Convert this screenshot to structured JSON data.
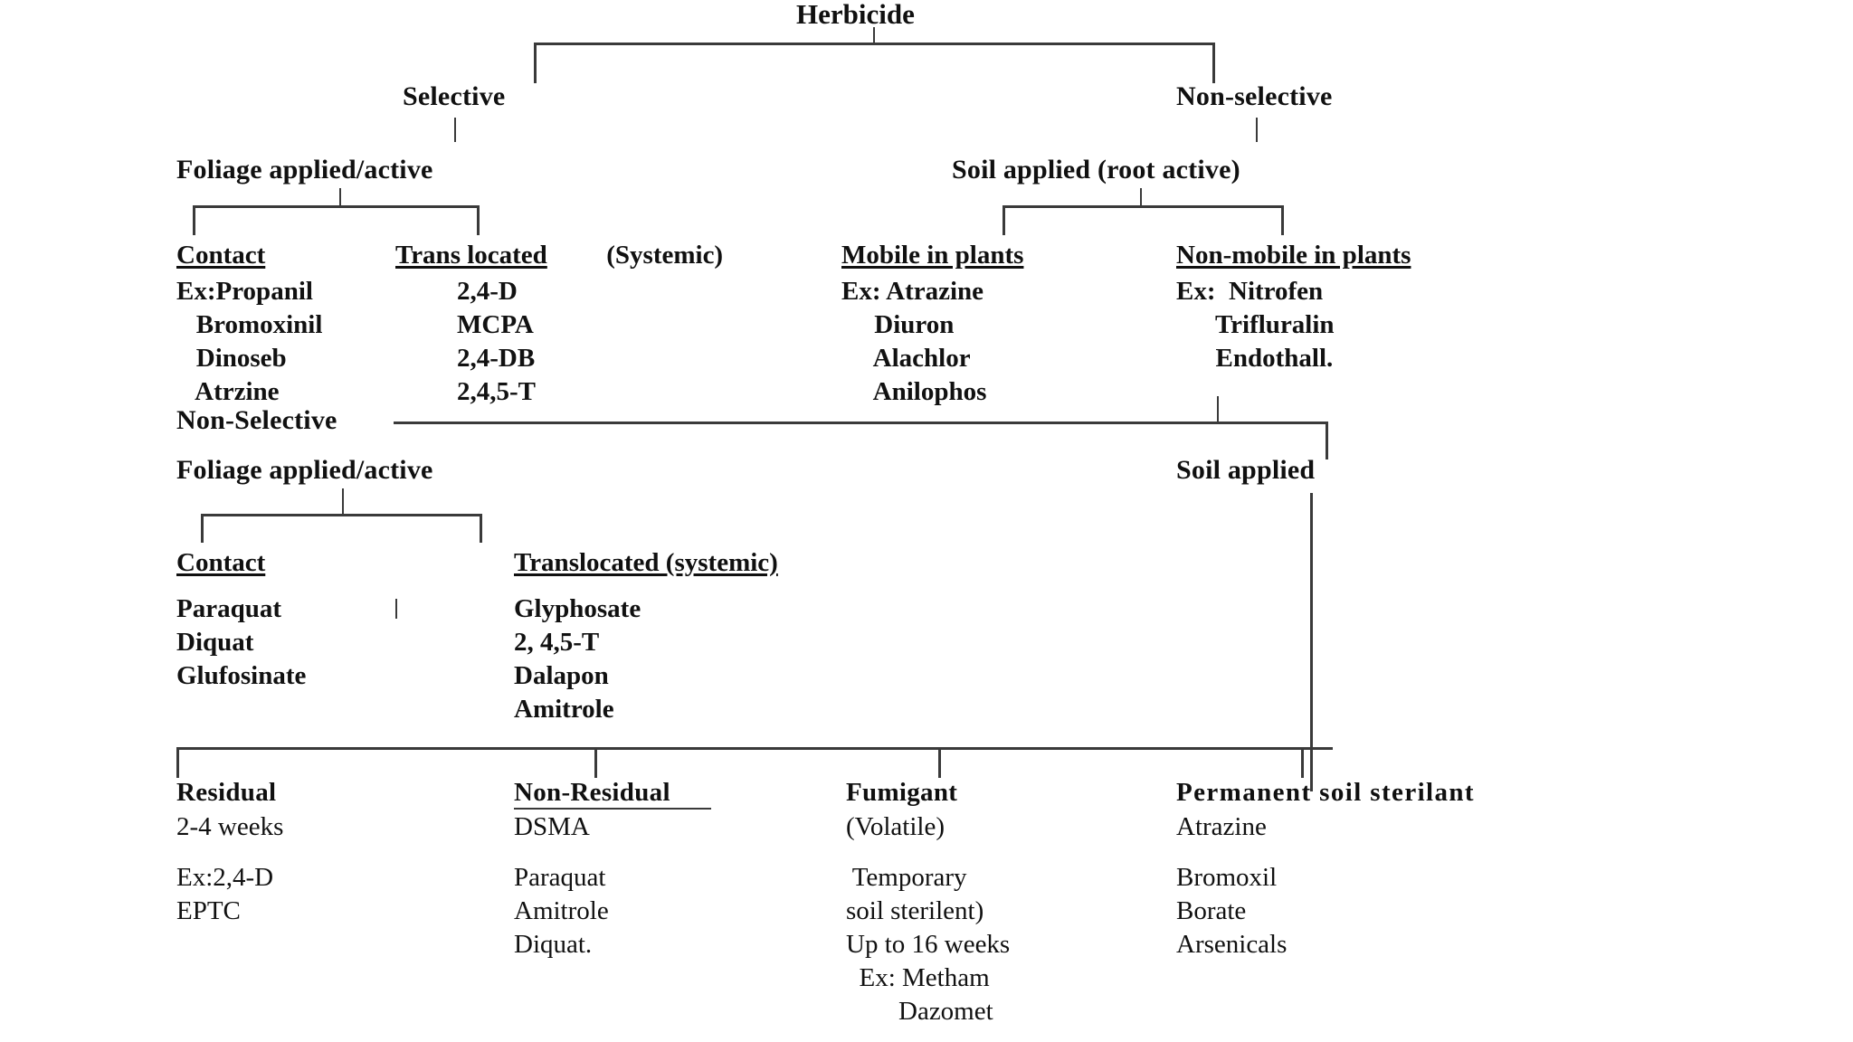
{
  "diagram": {
    "title": "Herbicide",
    "level1": {
      "left": "Selective",
      "right": "Non-selective"
    },
    "level2": {
      "left": "Foliage applied/active",
      "right": "Soil applied (root active)"
    },
    "columns_tier1": [
      {
        "header": "Contact",
        "header_suffix": "",
        "items": [
          "Ex:Propanil",
          "   Bromoxinil",
          "   Dinoseb",
          "   Atrzine"
        ]
      },
      {
        "header": "Trans located",
        "header_suffix": " (Systemic)",
        "items": [
          "2,4-D",
          "MCPA",
          "2,4-DB",
          "2,4,5-T"
        ]
      },
      {
        "header": "Mobile in plants",
        "header_suffix": "",
        "items": [
          "Ex: Atrazine",
          "     Diuron",
          "     Alachlor",
          "     Anilophos"
        ]
      },
      {
        "header": "Non-mobile in plants",
        "header_suffix": "",
        "items": [
          "Ex:  Nitrofen",
          "      Trifluralin",
          "      Endothall."
        ]
      }
    ],
    "midsection": {
      "label": "Non-Selective",
      "left": "Foliage applied/active",
      "right": "Soil applied",
      "columns": [
        {
          "header": "Contact",
          "header_suffix": "",
          "items": [
            "Paraquat",
            "Diquat",
            "Glufosinate"
          ]
        },
        {
          "header": "Translocated (systemic)",
          "header_suffix": "",
          "items": [
            "Glyphosate",
            "2, 4,5-T",
            "Dalapon",
            "Amitrole"
          ]
        }
      ]
    },
    "bottom_columns": [
      {
        "header": "Residual",
        "subheader": [
          "2-4 weeks"
        ],
        "items": [
          "Ex:2,4-D",
          "EPTC"
        ]
      },
      {
        "header": "Non-Residual",
        "subheader": [
          "DSMA"
        ],
        "items": [
          "Paraquat",
          "Amitrole",
          "Diquat."
        ]
      },
      {
        "header": "Fumigant",
        "subheader": [
          "(Volatile)"
        ],
        "items": [
          " Temporary",
          "soil sterilent)",
          "Up to 16 weeks",
          "  Ex: Metham",
          "        Dazomet"
        ]
      },
      {
        "header": "Permanent soil sterilant",
        "subheader": [
          "Atrazine"
        ],
        "items": [
          "Bromoxil",
          "Borate",
          "Arsenicals"
        ]
      }
    ]
  },
  "colors": {
    "line": "#3a3a3a",
    "text": "#101010",
    "background": "#ffffff"
  }
}
